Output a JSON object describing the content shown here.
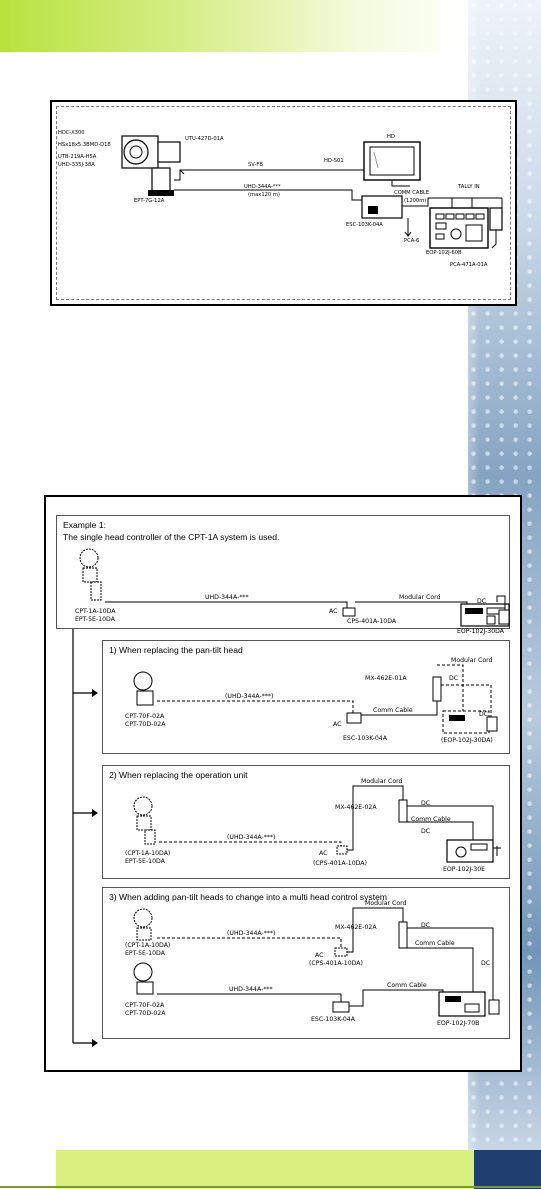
{
  "diagram1": {
    "labels": {
      "hdc": "HDC-X300",
      "lens": "HSx18x5.3BMD-D18",
      "utb": "UTB-219A-H5A",
      "uhd": "UHD-335J-38A",
      "utu": "UTU-427D-01A",
      "ept": "EPT-7G-12A",
      "hd": "HD",
      "hds": "HD-S01",
      "sv": "SV-FB",
      "uhd344": "UHD-344A-***",
      "max": "(max120 m)",
      "comm": "COMM CABLE",
      "comm_len": "(1200m)",
      "esc": "ESC-103K-04A",
      "pca6": "PCA-6",
      "tally": "TALLY IN",
      "eop": "EOP-102J-60B",
      "pca471": "PCA-471A-01A"
    }
  },
  "diagram2": {
    "ex": {
      "title_line1": "Example 1:",
      "title_line2": "The single head controller of the CPT-1A system is used.",
      "cpt": "CPT-1A-10DA",
      "ept": "EPT-5E-10DA",
      "uhd": "UHD-344A-***",
      "modular": "Modular Cord",
      "cps": "CPS-401A-10DA",
      "ac": "AC",
      "dc": "DC",
      "eop": "EOP-102J-30DA"
    },
    "s1": {
      "title": "1) When replacing the pan-tilt head",
      "cpt70f": "CPT-70F-02A",
      "cpt70d": "CPT-70D-02A",
      "uhd": "(UHD-344A-***)",
      "mx": "MX-462E-01A",
      "modular": "Modular Cord",
      "comm": "Comm Cable",
      "dc": "DC",
      "dc2": "DC",
      "esc": "ESC-103K-04A",
      "ac": "AC",
      "eop": "(EOP-102J-30DA)"
    },
    "s2": {
      "title": "2) When replacing the operation unit",
      "cpt": "(CPT-1A-10DA)",
      "ept": "EPT-5E-10DA",
      "uhd": "(UHD-344A-***)",
      "mx": "MX-462E-02A",
      "modular": "Modular Cord",
      "comm": "Comm Cable",
      "dc": "DC",
      "dc2": "DC",
      "cps": "(CPS-401A-10DA)",
      "ac": "AC",
      "eop": "EOP-102J-30E"
    },
    "s3": {
      "title": "3) When adding pan-tilt heads to change into a multi head control system",
      "cpt": "(CPT-1A-10DA)",
      "ept": "EPT-5E-10DA",
      "uhd1": "(UHD-344A-***)",
      "cpt70f": "CPT-70F-02A",
      "cpt70d": "CPT-70D-02A",
      "uhd2": "UHD-344A-***",
      "mx": "MX-462E-02A",
      "modular": "Modular Cord",
      "comm1": "Comm Cable",
      "comm2": "Comm Cable",
      "dc": "DC",
      "dc2": "DC",
      "cps": "(CPS-401A-10DA)",
      "esc": "ESC-103K-04A",
      "ac": "AC",
      "eop": "EOP-102J-70B"
    }
  },
  "colors": {
    "band": "#b8e23e",
    "footer": "#d9f07f",
    "footer_blue": "#1f3f70"
  }
}
